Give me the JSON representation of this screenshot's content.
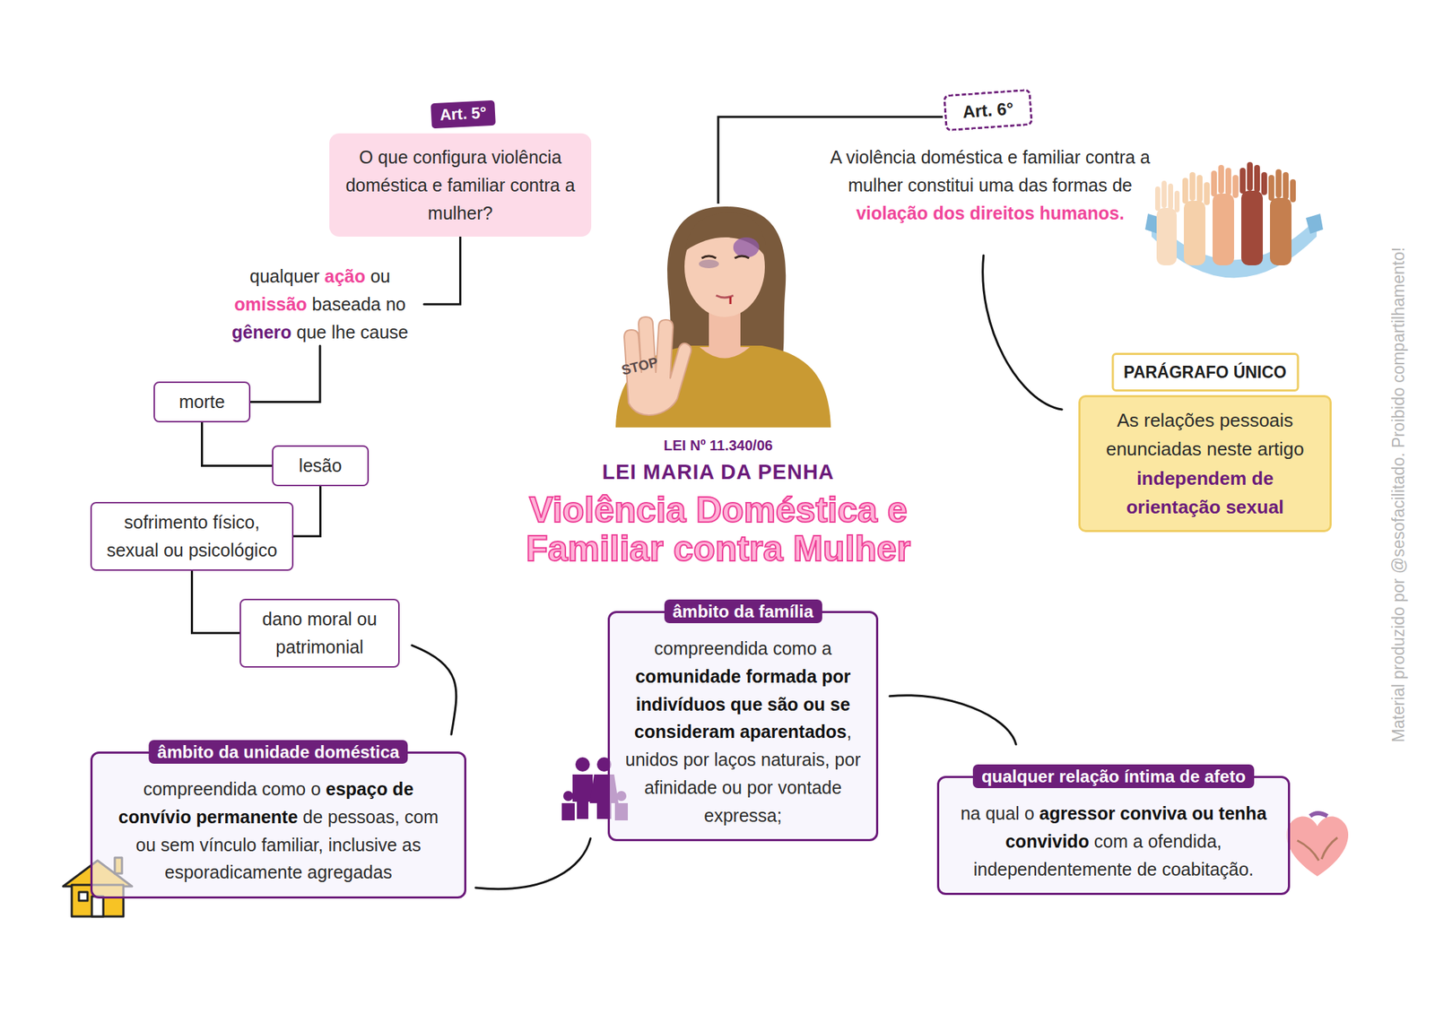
{
  "diagram": {
    "title": "Violência Doméstica e Familiar contra Mulher",
    "nodes": [
      {
        "text": [
          "Art. 5°",
          "O que configura violência doméstica e familiar contra a mulher?"
        ]
      },
      {
        "text": [
          "qualquer",
          "ação",
          "ou",
          "omissão",
          "baseada no",
          "gênero",
          "que lhe cause"
        ]
      },
      {
        "text": [
          "morte"
        ]
      },
      {
        "text": [
          "lesão"
        ]
      },
      {
        "text": [
          "sofrimento físico, sexual ou psicológico"
        ]
      },
      {
        "text": [
          "dano moral ou patrimonial"
        ]
      },
      {
        "text": [
          "âmbito da unidade doméstica",
          "compreendida como o",
          "espaço de convívio permanente",
          "de pessoas, com ou sem vínculo familiar, inclusive as esporadicamente agregadas"
        ]
      },
      {
        "text": [
          "âmbito da família",
          "compreendida como a",
          "comunidade formada por indivíduos que são ou se consideram aparentados",
          ", unidos por laços naturais, por afinidade ou por vontade expressa;"
        ]
      },
      {
        "text": [
          "qualquer relação íntima de afeto",
          "na qual o",
          "agressor conviva ou tenha convivido",
          "com a ofendida, independentemente de coabitação."
        ]
      },
      {
        "text": [
          "Art. 6°"
        ]
      },
      {
        "text": [
          "A violência doméstica e familiar contra a mulher constitui uma das formas de",
          "violação dos direitos humanos."
        ]
      },
      {
        "text": [
          "PARÁGRAFO ÚNICO",
          "As relações pessoais enunciadas neste artigo",
          "independem de orientação sexual"
        ]
      }
    ],
    "edges": [
      {
        "from": 0,
        "to": 1,
        "arrow": "none"
      },
      {
        "from": 1,
        "to": 2,
        "arrow": "none"
      },
      {
        "from": 2,
        "to": 3,
        "arrow": "none"
      },
      {
        "from": 3,
        "to": 4,
        "arrow": "none"
      },
      {
        "from": 4,
        "to": 5,
        "arrow": "none"
      },
      {
        "from": 5,
        "to": 6,
        "arrow": "none"
      },
      {
        "from": 6,
        "to": 7,
        "arrow": "none"
      },
      {
        "from": 7,
        "to": 8,
        "arrow": "none"
      },
      {
        "from": 10,
        "to": 11,
        "arrow": "none"
      }
    ],
    "labels": [
      "STOP",
      "LEI Nº 11.340/06",
      "LEI MARIA DA PENHA",
      "Material produzido por @sesofacilitado. Proibido compartilhamento!"
    ]
  }
}
